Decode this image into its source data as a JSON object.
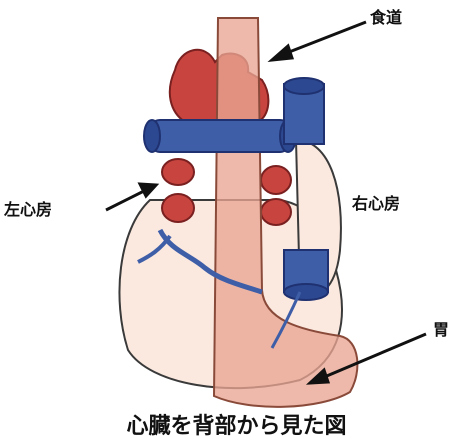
{
  "labels": {
    "esophagus": "食道",
    "left_atrium": "左心房",
    "right_atrium": "右心房",
    "stomach": "胃"
  },
  "caption": "心臓を背部から見た図",
  "colors": {
    "esophagus_fill": "#e9a592",
    "heart_fill": "#fbe9df",
    "aorta_red": "#c8453f",
    "vein_blue": "#3e5ea8",
    "outline": "#3a3a3a",
    "arrow": "#111111"
  },
  "icons": [
    "arrow-icon"
  ]
}
